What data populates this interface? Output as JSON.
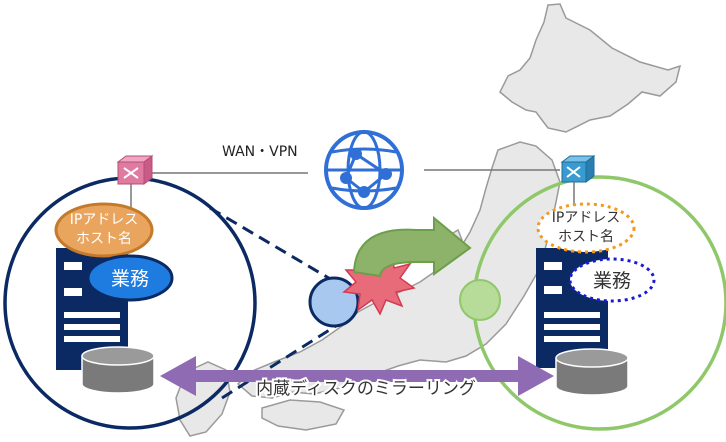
{
  "network": {
    "label": "WAN・VPN",
    "icon": "globe-network-icon"
  },
  "primary_site": {
    "router_icon": "router-icon",
    "server_icon": "server-rack-icon",
    "disk_icon": "disk-storage-icon",
    "ip_host_line1": "IPアドレス",
    "ip_host_line2": "ホスト名",
    "business_label": "業務",
    "colors": {
      "ring": "#0b2a63",
      "ip_fill": "#e9a55e",
      "business_fill": "#1e7be0",
      "router": "#e07aa0"
    }
  },
  "standby_site": {
    "router_icon": "router-icon",
    "server_icon": "server-rack-icon",
    "disk_icon": "disk-storage-icon",
    "ip_host_line1": "IPアドレス",
    "ip_host_line2": "ホスト名",
    "business_label": "業務",
    "colors": {
      "ring": "#8fc86a",
      "ip_dash": "#f29a1d",
      "business_dash": "#1a1ad6",
      "router": "#3a9bd0"
    }
  },
  "mirroring": {
    "label": "内蔵ディスクのミラーリング",
    "arrow_color": "#8e6bb3"
  },
  "failover": {
    "disaster_icon": "explosion-icon",
    "switch_arrow_icon": "curved-arrow-icon",
    "colors": {
      "explosion": "#e86b7a",
      "arrow": "#6c9f4a"
    }
  },
  "map": {
    "icon": "japan-map-icon",
    "fill": "#e6e6e6"
  }
}
